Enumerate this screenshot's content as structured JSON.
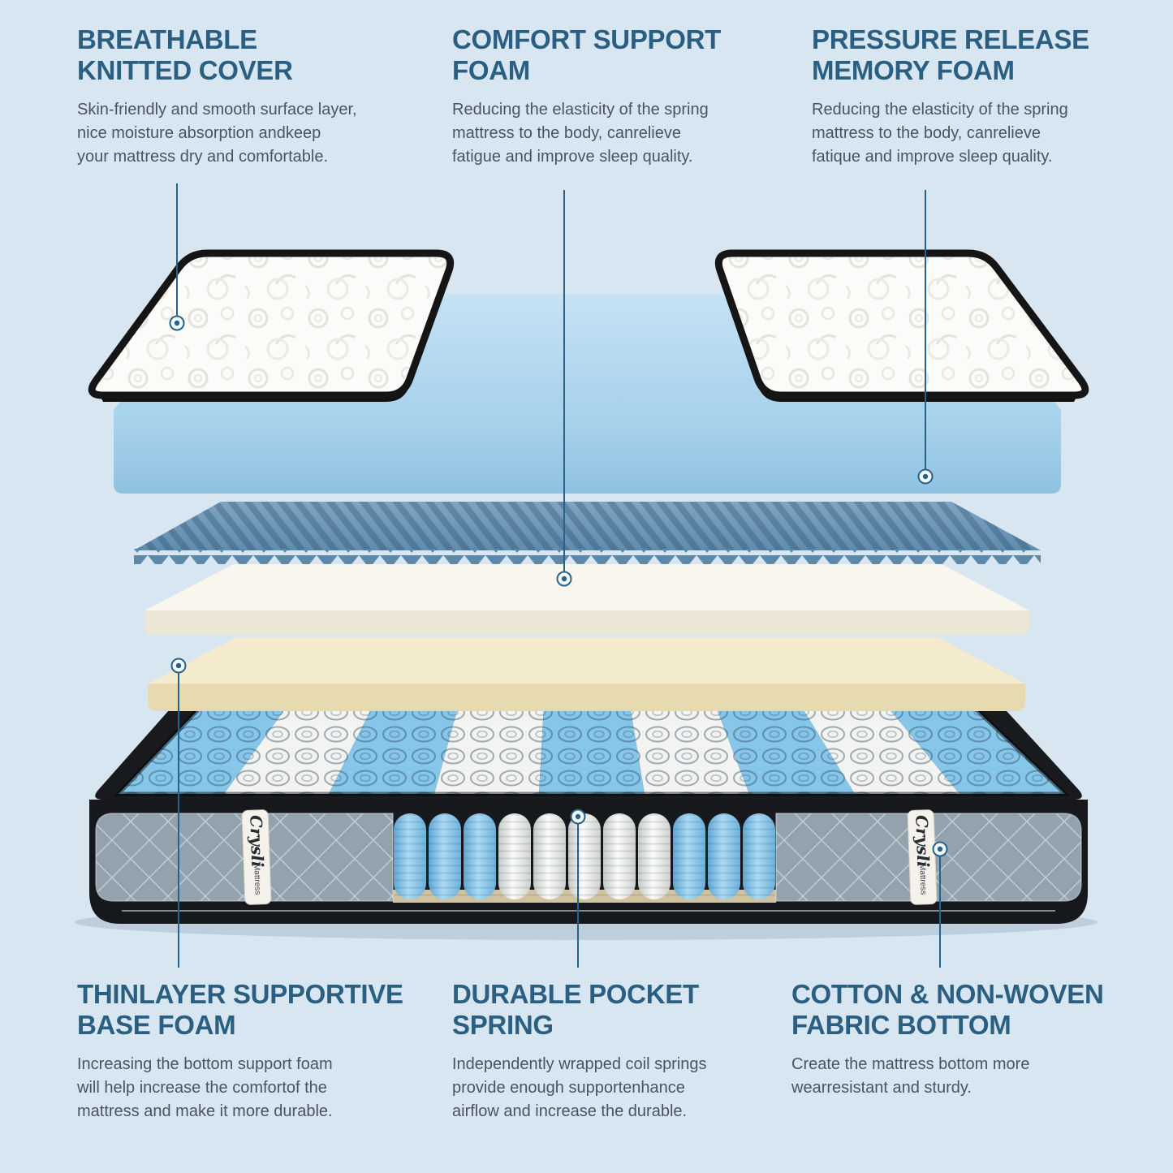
{
  "colors": {
    "background": "#d8e6f1",
    "heading": "#2b5f81",
    "body_text": "#49545e",
    "callout_line": "#26638a",
    "comfort_foam_blue": "#a9d4ed",
    "convoluted_foam_blue": "#5f8cae",
    "base_foam_white": "#f9f6ee",
    "base_foam_yellow": "#f4ebcf",
    "spring_blue": "#86c6e9",
    "side_fabric_gray": "#94a2ae",
    "binding_black": "#181a1d"
  },
  "callouts": {
    "breathable_knitted_cover": {
      "title": "BREATHABLE\nKNITTED COVER",
      "body": "Skin-friendly and smooth surface layer,\nnice moisture absorption andkeep\nyour mattress dry and comfortable."
    },
    "comfort_support_foam": {
      "title": "COMFORT SUPPORT\nFOAM",
      "body": "Reducing the elasticity of the spring\nmattress to the body, canrelieve\nfatigue and improve sleep quality."
    },
    "pressure_release_memory_foam": {
      "title": "PRESSURE RELEASE\nMEMORY FOAM",
      "body": "Reducing the elasticity of the spring\nmattress to the body, canrelieve\nfatique and improve sleep quality."
    },
    "thinlayer_supportive_base_foam": {
      "title": "THINLAYER SUPPORTIVE\nBASE FOAM",
      "body": "Increasing the bottom support foam\nwill help increase the comfortof the\nmattress and make it more durable."
    },
    "durable_pocket_spring": {
      "title": "DURABLE POCKET\nSPRING",
      "body": "Independently wrapped coil springs\nprovide enough supportenhance\nairflow and increase the durable."
    },
    "cotton_non_woven_fabric_bottom": {
      "title": "COTTON & NON-WOVEN\nFABRIC BOTTOM",
      "body": "Create the mattress bottom more\nwearresistant and sturdy."
    }
  },
  "brand": {
    "script": "Crysli",
    "label": "Mattress"
  }
}
